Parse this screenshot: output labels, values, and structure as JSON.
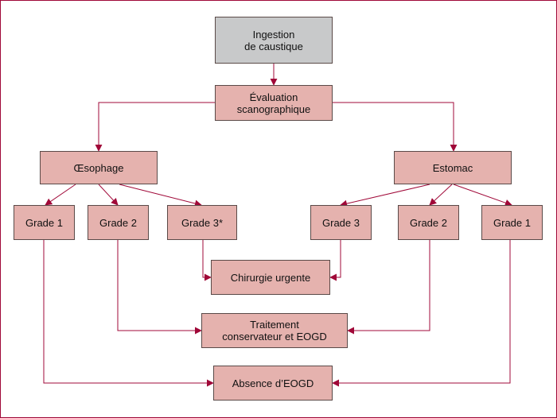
{
  "colors": {
    "frame": "#a00838",
    "connector": "#a00838",
    "box_fill": "#e5b2ae",
    "start_fill": "#c8c9ca",
    "box_border": "#5a4a48"
  },
  "nodes": {
    "ingestion": "Ingestion\nde caustique",
    "evaluation": "Évaluation\nscanographique",
    "oesophage": "Œsophage",
    "estomac": "Estomac",
    "oeso_grade1": "Grade 1",
    "oeso_grade2": "Grade 2",
    "oeso_grade3": "Grade 3*",
    "esto_grade3": "Grade 3",
    "esto_grade2": "Grade 2",
    "esto_grade1": "Grade 1",
    "chirurgie": "Chirurgie urgente",
    "traitement": "Traitement\nconservateur et EOGD",
    "absence": "Absence d’EOGD"
  },
  "edges": [
    [
      "ingestion",
      "evaluation"
    ],
    [
      "evaluation",
      "oesophage"
    ],
    [
      "evaluation",
      "estomac"
    ],
    [
      "oesophage",
      "oeso_grade1"
    ],
    [
      "oesophage",
      "oeso_grade2"
    ],
    [
      "oesophage",
      "oeso_grade3"
    ],
    [
      "estomac",
      "esto_grade3"
    ],
    [
      "estomac",
      "esto_grade2"
    ],
    [
      "estomac",
      "esto_grade1"
    ],
    [
      "oeso_grade3",
      "chirurgie"
    ],
    [
      "esto_grade3",
      "chirurgie"
    ],
    [
      "oeso_grade2",
      "traitement"
    ],
    [
      "esto_grade2",
      "traitement"
    ],
    [
      "oeso_grade1",
      "absence"
    ],
    [
      "esto_grade1",
      "absence"
    ]
  ]
}
